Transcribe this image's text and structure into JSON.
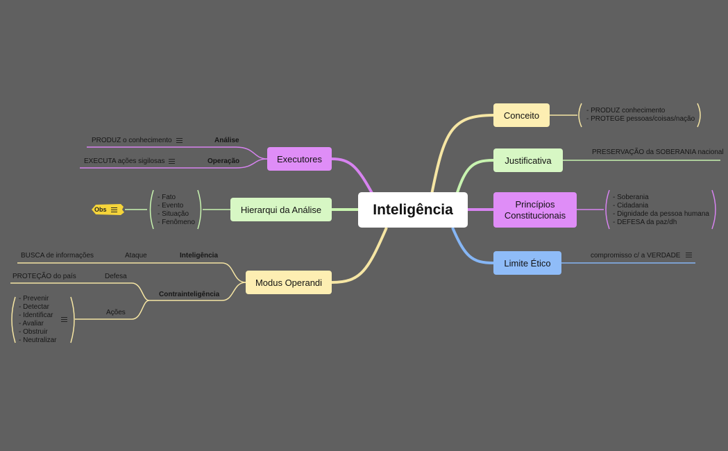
{
  "central": {
    "label": "Inteligência"
  },
  "colors": {
    "background": "#606060",
    "yellow": "#fdeeb2",
    "green": "#d7f7c4",
    "purple": "#df8df7",
    "blue": "#8fbcf8",
    "yellow_line": "#f6e6a4",
    "green_line": "#c8f4b0",
    "purple_line": "#d783f0",
    "blue_line": "#86b6f5"
  },
  "right": {
    "conceito": {
      "label": "Conceito",
      "notes": "- PRODUZ conhecimento\n- PROTEGE pessoas/coisas/nação"
    },
    "justificativa": {
      "label": "Justificativa",
      "child": "PRESERVAÇÃO da SOBERANIA nacional"
    },
    "principios": {
      "label": "Princípios Constitucionais",
      "notes": "- Soberania\n- Cidadania\n- Dignidade da pessoa humana\n- DEFESA da paz/dh"
    },
    "limite": {
      "label": "Limite Ético",
      "child": "compromisso c/ a VERDADE"
    }
  },
  "left": {
    "executores": {
      "label": "Executores",
      "children": [
        {
          "name": "Análise",
          "child": "PRODUZ o conhecimento"
        },
        {
          "name": "Operação",
          "child": "EXECUTA ações sigilosas"
        }
      ]
    },
    "hierarquia": {
      "label": "Hierarqui da Análise",
      "notes": "- Fato\n- Evento\n- Situação\n- Fenômeno",
      "tag": "Obs"
    },
    "modus": {
      "label": "Modus Operandi",
      "inteligencia": {
        "name": "Inteligência",
        "sub": "Ataque",
        "child": "BUSCA de informações"
      },
      "contra": {
        "name": "Contrainteligência",
        "defesa": {
          "name": "Defesa",
          "child": "PROTEÇÃO do país"
        },
        "acoes": {
          "name": "Ações",
          "notes": "- Prevenir\n- Detectar\n- Identificar\n- Avaliar\n- Obstruir\n- Neutralizar"
        }
      }
    }
  }
}
